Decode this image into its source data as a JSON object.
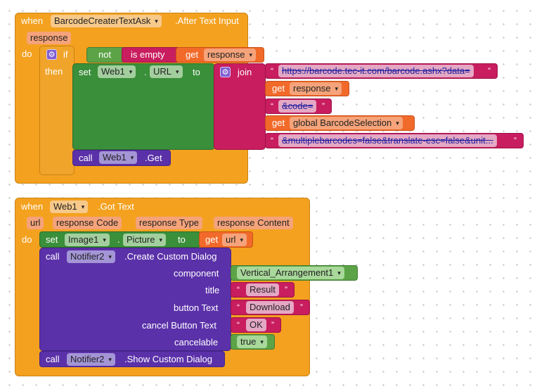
{
  "event1": {
    "when": "when",
    "component": "BarcodeCreaterTextAsk",
    "event": ".After Text Input",
    "param": "response",
    "do": "do",
    "if": "if",
    "then": "then",
    "not": "not",
    "is_empty": "is empty",
    "get": "get",
    "get_var": "response",
    "set": "set",
    "set_component": "Web1",
    "set_property": "URL",
    "to": "to",
    "dot": ".",
    "join": "join",
    "join_items": {
      "str1": "https://barcode.tec-it.com/barcode.ashx?data=",
      "var1": "response",
      "str2": "&code=",
      "var2": "global BarcodeSelection",
      "str3": "&multiplebarcodes=false&translate-esc=false&unit..."
    },
    "call": "call",
    "call_component": "Web1",
    "call_method": ".Get"
  },
  "event2": {
    "when": "when",
    "component": "Web1",
    "event": ".Got Text",
    "params": [
      "url",
      "response Code",
      "response Type",
      "response Content"
    ],
    "do": "do",
    "set": "set",
    "set_component": "Image1",
    "set_property": "Picture",
    "to": "to",
    "dot": ".",
    "get": "get",
    "get_var": "url",
    "call": "call",
    "dialog_component": "Notifier2",
    "dialog_method": ".Create Custom Dialog",
    "args": {
      "component_label": "component",
      "component_value": "Vertical_Arrangement1",
      "title_label": "title",
      "title_value": "Result",
      "button_label": "button Text",
      "button_value": "Download",
      "cancel_label": "cancel Button Text",
      "cancel_value": "OK",
      "cancelable_label": "cancelable",
      "cancelable_value": "true"
    },
    "show_component": "Notifier2",
    "show_method": ".Show Custom Dialog"
  },
  "icons": {
    "mutator": "gear-icon",
    "dropdown": "chevron-down-icon"
  },
  "colors": {
    "event": "#f4a11f",
    "component_setter": "#3a8f3a",
    "procedure_call": "#5b31a9",
    "text": "#c81d5f",
    "logic": "#5ca347",
    "variable": "#f26a2a"
  }
}
